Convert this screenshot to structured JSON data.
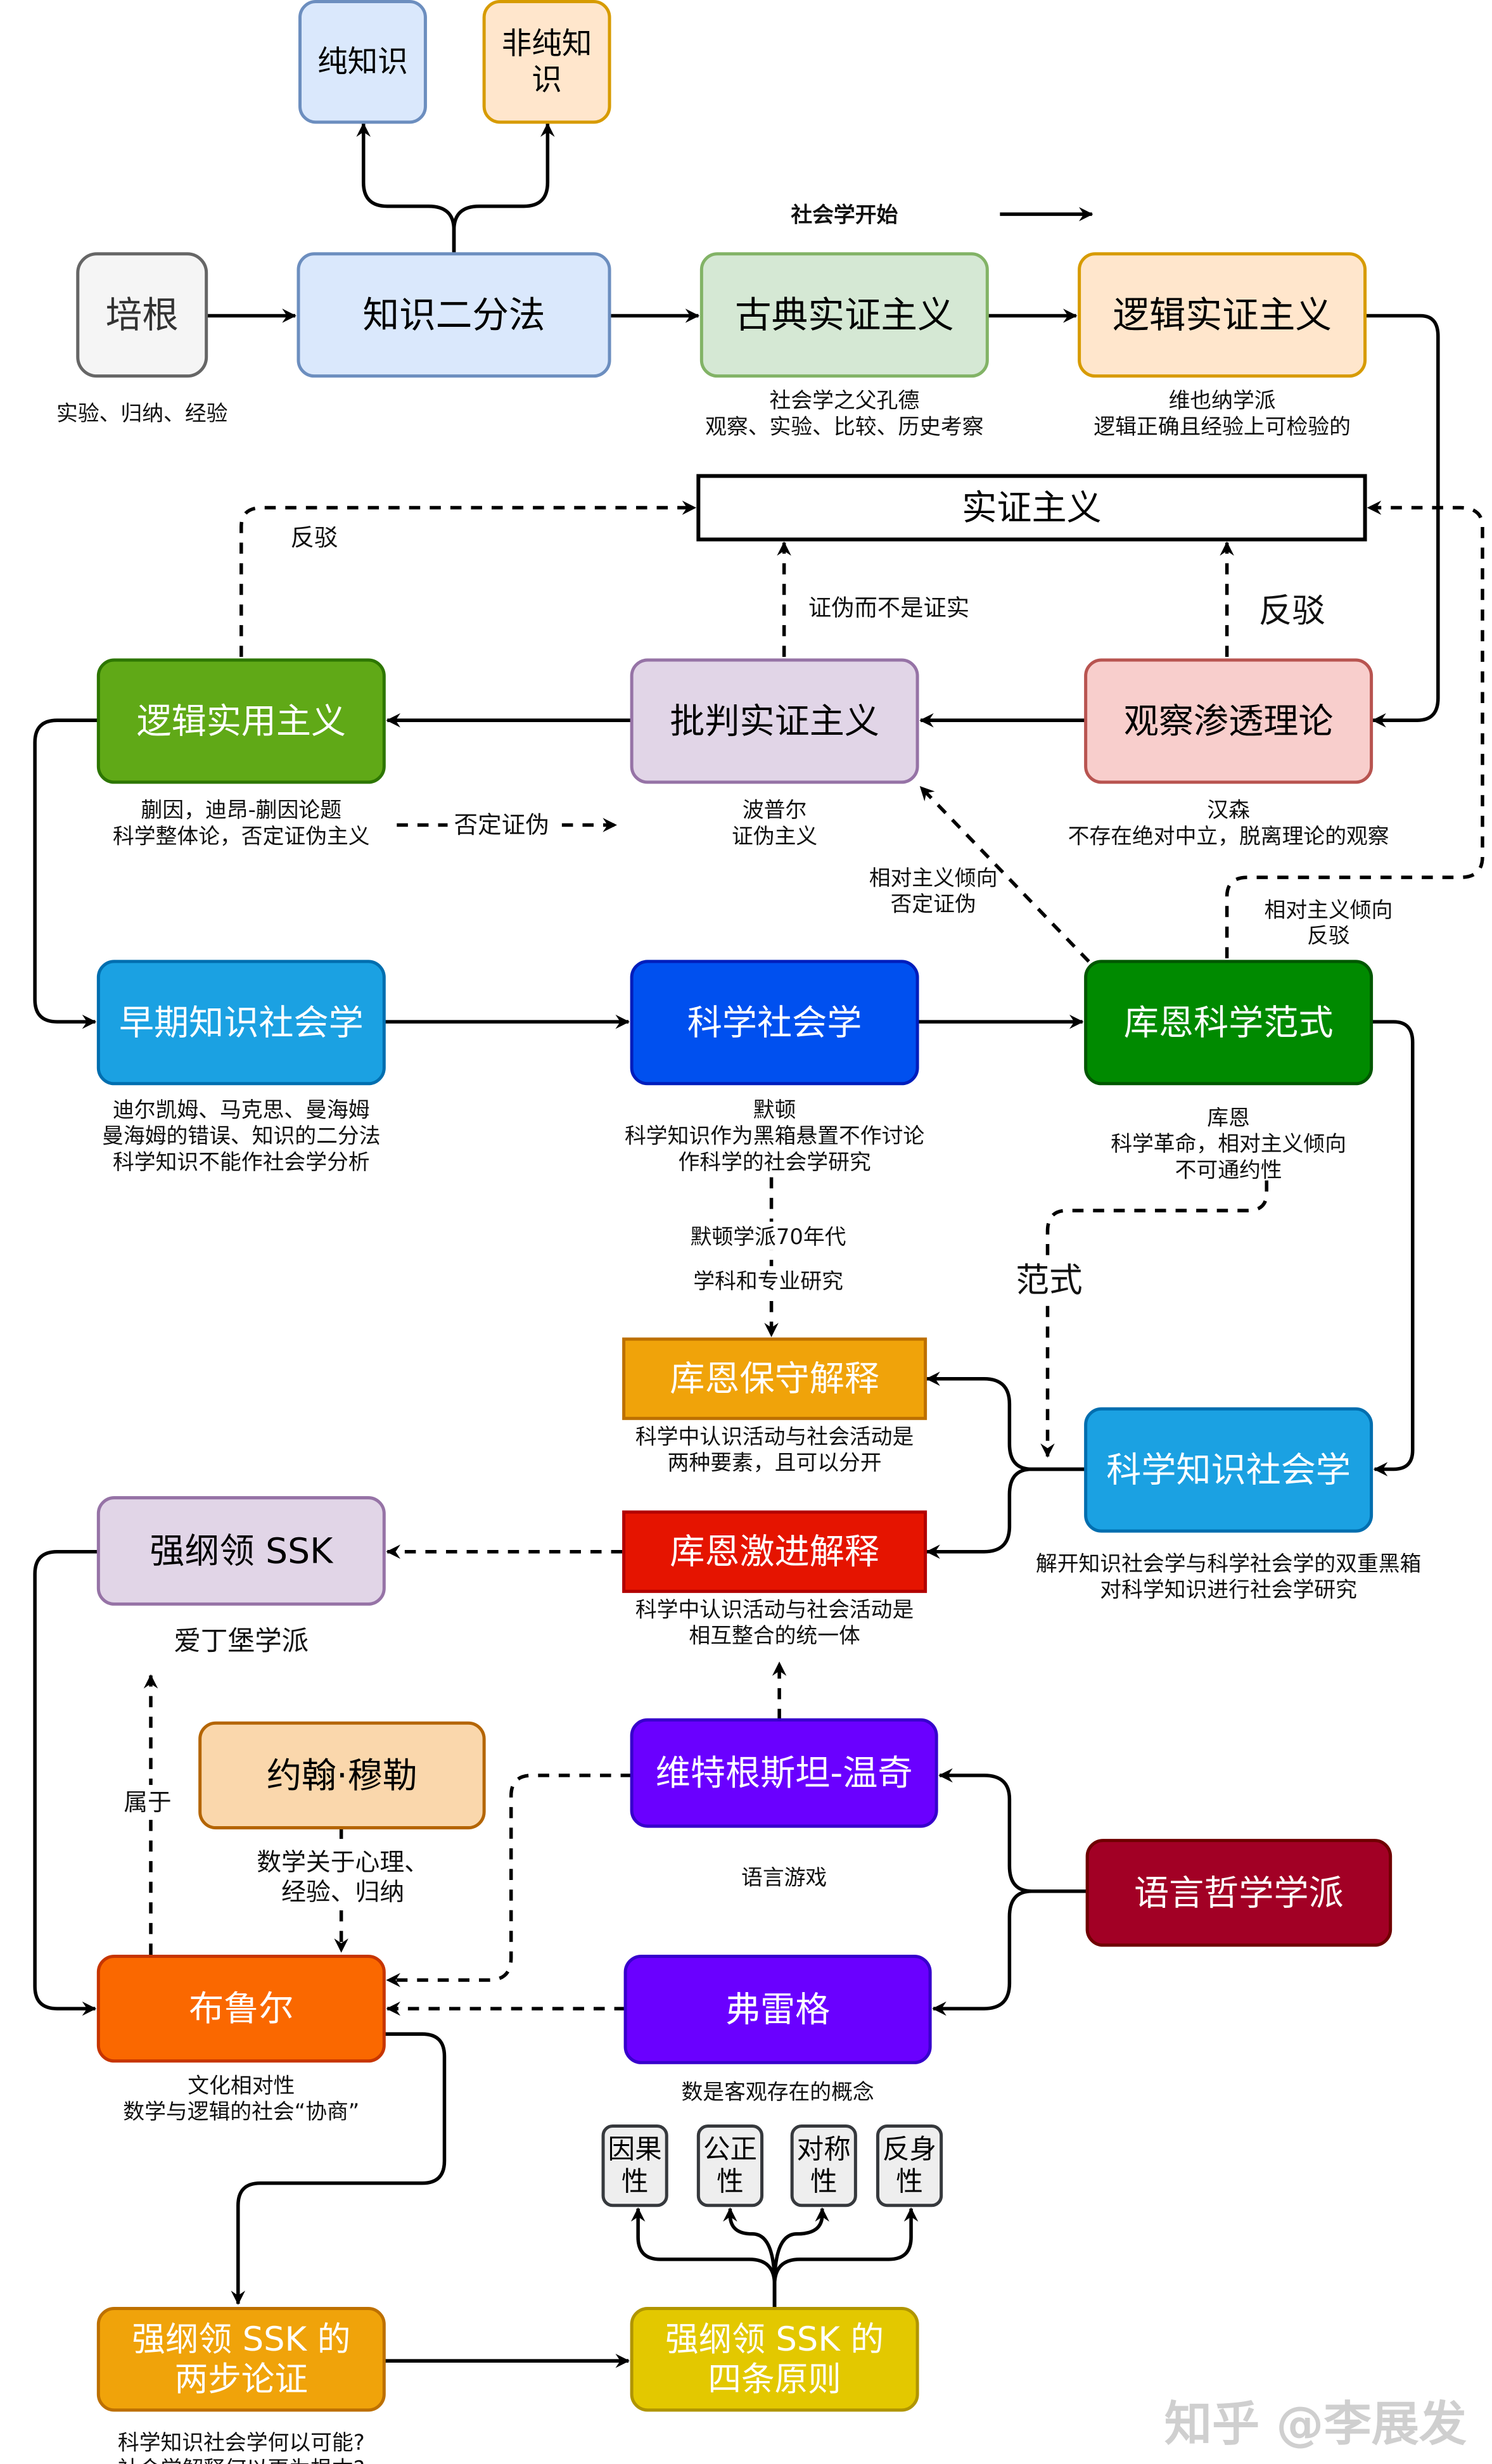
{
  "nodes": {
    "peigen": {
      "label": "培根",
      "caption": [
        "实验、归纳、经验"
      ],
      "fill": "#f5f5f5",
      "stroke": "#666666",
      "text": "#333333"
    },
    "dichotomy": {
      "label": "知识二分法",
      "fill": "#dae8fc",
      "stroke": "#6c8ebf",
      "text": "#000000"
    },
    "pure": {
      "label": "纯知识",
      "fill": "#dae8fc",
      "stroke": "#6c8ebf",
      "text": "#000000"
    },
    "impure": {
      "label_lines": [
        "非纯知",
        "识"
      ],
      "fill": "#ffe6cc",
      "stroke": "#d79b00",
      "text": "#000000"
    },
    "classical": {
      "label": "古典实证主义",
      "caption": [
        "社会学之父孔德",
        "观察、实验、比较、历史考察"
      ],
      "fill": "#d5e8d4",
      "stroke": "#82b366",
      "text": "#000000"
    },
    "logical_pos": {
      "label": "逻辑实证主义",
      "caption": [
        "维也纳学派",
        "逻辑正确且经验上可检验的"
      ],
      "fill": "#ffe6cc",
      "stroke": "#d79b00",
      "text": "#000000"
    },
    "positivism": {
      "label": "实证主义",
      "fill": "#ffffff",
      "stroke": "#000000",
      "text": "#000000"
    },
    "logical_prag": {
      "label": "逻辑实用主义",
      "caption": [
        "蒯因，迪昂-蒯因论题",
        "科学整体论，否定证伪主义"
      ],
      "fill": "#60a917",
      "stroke": "#2d7600",
      "text": "#ffffff"
    },
    "critical": {
      "label": "批判实证主义",
      "caption": [
        "波普尔",
        "证伪主义"
      ],
      "fill": "#e1d5e7",
      "stroke": "#9673a6",
      "text": "#000000"
    },
    "theory_laden": {
      "label": "观察渗透理论",
      "caption": [
        "汉森",
        "不存在绝对中立，脱离理论的观察"
      ],
      "fill": "#f8cecc",
      "stroke": "#b85450",
      "text": "#000000"
    },
    "early_sok": {
      "label": "早期知识社会学",
      "caption": [
        "迪尔凯姆、马克思、曼海姆",
        "曼海姆的错误、知识的二分法",
        "科学知识不能作社会学分析"
      ],
      "fill": "#1ba1e2",
      "stroke": "#006eaf",
      "text": "#ffffff"
    },
    "sos": {
      "label": "科学社会学",
      "caption": [
        "默顿",
        "科学知识作为黑箱悬置不作讨论",
        "作科学的社会学研究"
      ],
      "fill": "#0050ef",
      "stroke": "#001dbc",
      "text": "#ffffff"
    },
    "kuhn": {
      "label": "库恩科学范式",
      "caption": [
        "库恩",
        "科学革命，相对主义倾向",
        "不可通约性"
      ],
      "fill": "#008a00",
      "stroke": "#005700",
      "text": "#ffffff"
    },
    "kuhn_cons": {
      "label": "库恩保守解释",
      "caption": [
        "科学中认识活动与社会活动是",
        "两种要素，且可以分开"
      ],
      "fill": "#f0a30a",
      "stroke": "#bd7000",
      "text": "#ffffff"
    },
    "ssk": {
      "label": "科学知识社会学",
      "caption": [
        "解开知识社会学与科学社会学的双重黑箱",
        "对科学知识进行社会学研究"
      ],
      "fill": "#1ba1e2",
      "stroke": "#006eaf",
      "text": "#ffffff"
    },
    "strong": {
      "label": "强纲领 SSK",
      "caption": [
        "爱丁堡学派"
      ],
      "fill": "#e1d5e7",
      "stroke": "#9673a6",
      "text": "#000000"
    },
    "kuhn_rad": {
      "label": "库恩激进解释",
      "caption": [
        "科学中认识活动与社会活动是",
        "相互整合的统一体"
      ],
      "fill": "#e51400",
      "stroke": "#b20000",
      "text": "#ffffff"
    },
    "mill": {
      "label": "约翰·穆勒",
      "fill": "#fad7ac",
      "stroke": "#b46504",
      "text": "#000000"
    },
    "wittgenstein": {
      "label": "维特根斯坦-温奇",
      "caption": [
        "语言游戏"
      ],
      "fill": "#6a00ff",
      "stroke": "#3700cc",
      "text": "#ffffff"
    },
    "lang_phil": {
      "label": "语言哲学学派",
      "fill": "#a20025",
      "stroke": "#6f0000",
      "text": "#ffffff"
    },
    "bloor": {
      "label": "布鲁尔",
      "caption": [
        "文化相对性",
        "数学与逻辑的社会“协商”"
      ],
      "fill": "#fa6800",
      "stroke": "#c73500",
      "text": "#ffffff"
    },
    "frege": {
      "label": "弗雷格",
      "caption": [
        "数是客观存在的概念"
      ],
      "fill": "#6a00ff",
      "stroke": "#3700cc",
      "text": "#ffffff"
    },
    "two_step": {
      "label_lines": [
        "强纲领 SSK 的",
        "两步论证"
      ],
      "caption": [
        "科学知识社会学何以可能?",
        "社会学解释何以更为根本?"
      ],
      "fill": "#f0a30a",
      "stroke": "#bd7000",
      "text": "#ffffff"
    },
    "four_principles": {
      "label_lines": [
        "强纲领 SSK 的",
        "四条原则"
      ],
      "fill": "#e3c800",
      "stroke": "#b09500",
      "text": "#ffffff"
    },
    "causality": {
      "label_lines": [
        "因果",
        "性"
      ],
      "fill": "#eeeeee",
      "stroke": "#36393d",
      "text": "#000000"
    },
    "impartiality": {
      "label_lines": [
        "公正",
        "性"
      ],
      "fill": "#eeeeee",
      "stroke": "#36393d",
      "text": "#000000"
    },
    "symmetry": {
      "label_lines": [
        "对称",
        "性"
      ],
      "fill": "#eeeeee",
      "stroke": "#36393d",
      "text": "#000000"
    },
    "reflexivity": {
      "label_lines": [
        "反身",
        "性"
      ],
      "fill": "#eeeeee",
      "stroke": "#36393d",
      "text": "#000000"
    }
  },
  "edge_labels": {
    "sociology_start": "社会学开始",
    "refute_left": "反驳",
    "falsify_not_verify": "证伪而不是证实",
    "refute_right": "反驳",
    "negate_falsify": "否定证伪",
    "relativism_negate": [
      "相对主义倾向",
      "否定证伪"
    ],
    "relativism_refute": [
      "相对主义倾向",
      "反驳"
    ],
    "merton_70s": "默顿学派70年代",
    "discipline_research": "学科和专业研究",
    "paradigm": "范式",
    "belongs_to": "属于",
    "mill_math": [
      "数学关于心理、",
      "经验、归纳"
    ]
  },
  "watermark": "知乎 @李展发"
}
